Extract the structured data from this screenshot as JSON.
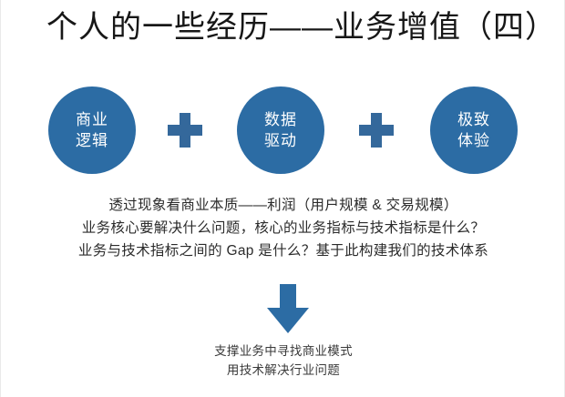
{
  "slide": {
    "title": "个人的一些经历——业务增值（四）",
    "background_color": "#ffffff",
    "accent_color": "#2c6ca4",
    "plus_color": "#34689b",
    "arrow_color": "#2c6ca4"
  },
  "concepts": [
    {
      "line1": "商业",
      "line2": "逻辑"
    },
    {
      "line1": "数据",
      "line2": "驱动"
    },
    {
      "line1": "极致",
      "line2": "体验"
    }
  ],
  "operators": [
    {
      "symbol": "+"
    },
    {
      "symbol": "+"
    }
  ],
  "body": {
    "lines": [
      "透过现象看商业本质——利润（用户规模 & 交易规模）",
      "业务核心要解决什么问题，核心的业务指标与技术指标是什么？",
      "业务与技术指标之间的 Gap 是什么？基于此构建我们的技术体系"
    ]
  },
  "arrow": {
    "icon": "down-arrow-icon",
    "direction": "down"
  },
  "conclusion": {
    "lines": [
      "支撑业务中寻找商业模式",
      "用技术解决行业问题"
    ]
  }
}
